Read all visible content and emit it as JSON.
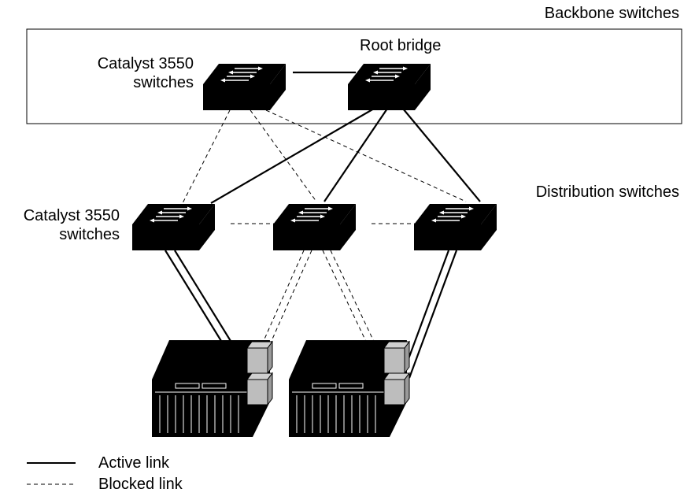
{
  "labels": {
    "backbone": "Backbone switches",
    "root_bridge": "Root bridge",
    "catalyst_top_line1": "Catalyst 3550",
    "catalyst_top_line2": "switches",
    "distribution": "Distribution switches",
    "catalyst_mid_line1": "Catalyst 3550",
    "catalyst_mid_line2": "switches"
  },
  "legend": [
    {
      "style": "solid",
      "label": "Active link"
    },
    {
      "style": "dashed",
      "label": "Blocked link"
    }
  ],
  "colors": {
    "stroke": "#000000",
    "device_fill": "#000000",
    "module_fill": "#bdbdbd",
    "background": "#ffffff"
  }
}
